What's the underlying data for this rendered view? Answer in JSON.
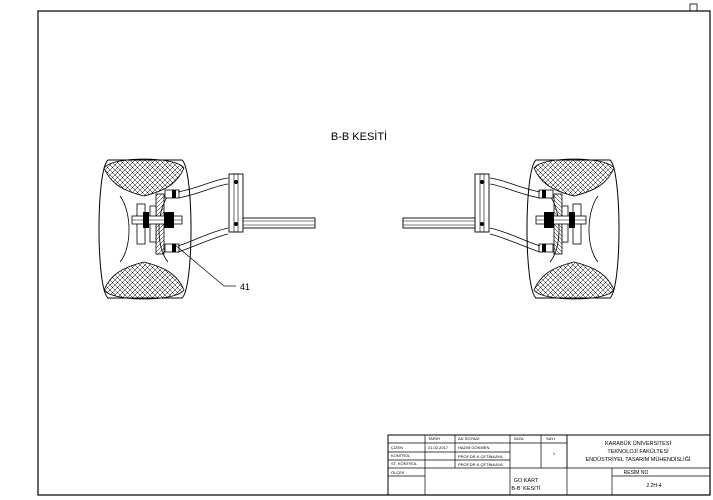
{
  "drawing": {
    "section_title": "B-B KESİTİ",
    "part_callout": "41"
  },
  "title_block": {
    "col_headers": {
      "date": "TARİH",
      "name": "AD SOYADI",
      "signature": "İMZA",
      "count": "SAYI"
    },
    "rows": [
      {
        "label": "ÇİZEN",
        "date": "21.02.2017",
        "name": "HAZIM GÖKMEN"
      },
      {
        "label": "KONTROL",
        "date": "",
        "name": "PROF.DR.K.ÇETİNKAYA"
      },
      {
        "label": "ST. KONTROL",
        "date": "",
        "name": "PROF.DR.K.ÇETİNKAYA"
      },
      {
        "label": "ÖLÇEK",
        "date": "",
        "name": ""
      }
    ],
    "count_value": "1",
    "institution": [
      "KARABÜK ÜNİVERSİTESİ",
      "TEKNOLOJİ FAKÜLTESİ",
      "ENDÜSTRİYEL TASARIM MÜHENDİSLİĞİ"
    ],
    "drawing_name": [
      "GO KART",
      "B-B' KESİTİ"
    ],
    "drawing_no_label": "RESİM NO",
    "drawing_no": "2.2H-4"
  }
}
